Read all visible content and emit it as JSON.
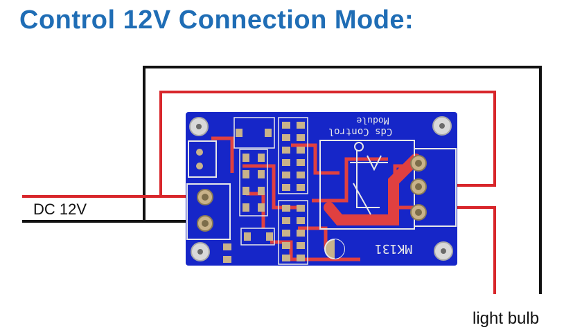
{
  "title": "Control 12V Connection Mode:",
  "labels": {
    "dc": "DC 12V",
    "bulb": "light bulb"
  },
  "board_text": {
    "line1": "Cds Control",
    "line2": "Module",
    "model": "MK131"
  },
  "colors": {
    "title": "#1f6db5",
    "board": "#1626c8",
    "trace": "#e04040",
    "wire_red": "#d8262b",
    "wire_black": "#111111",
    "pad": "#c9b38a"
  }
}
